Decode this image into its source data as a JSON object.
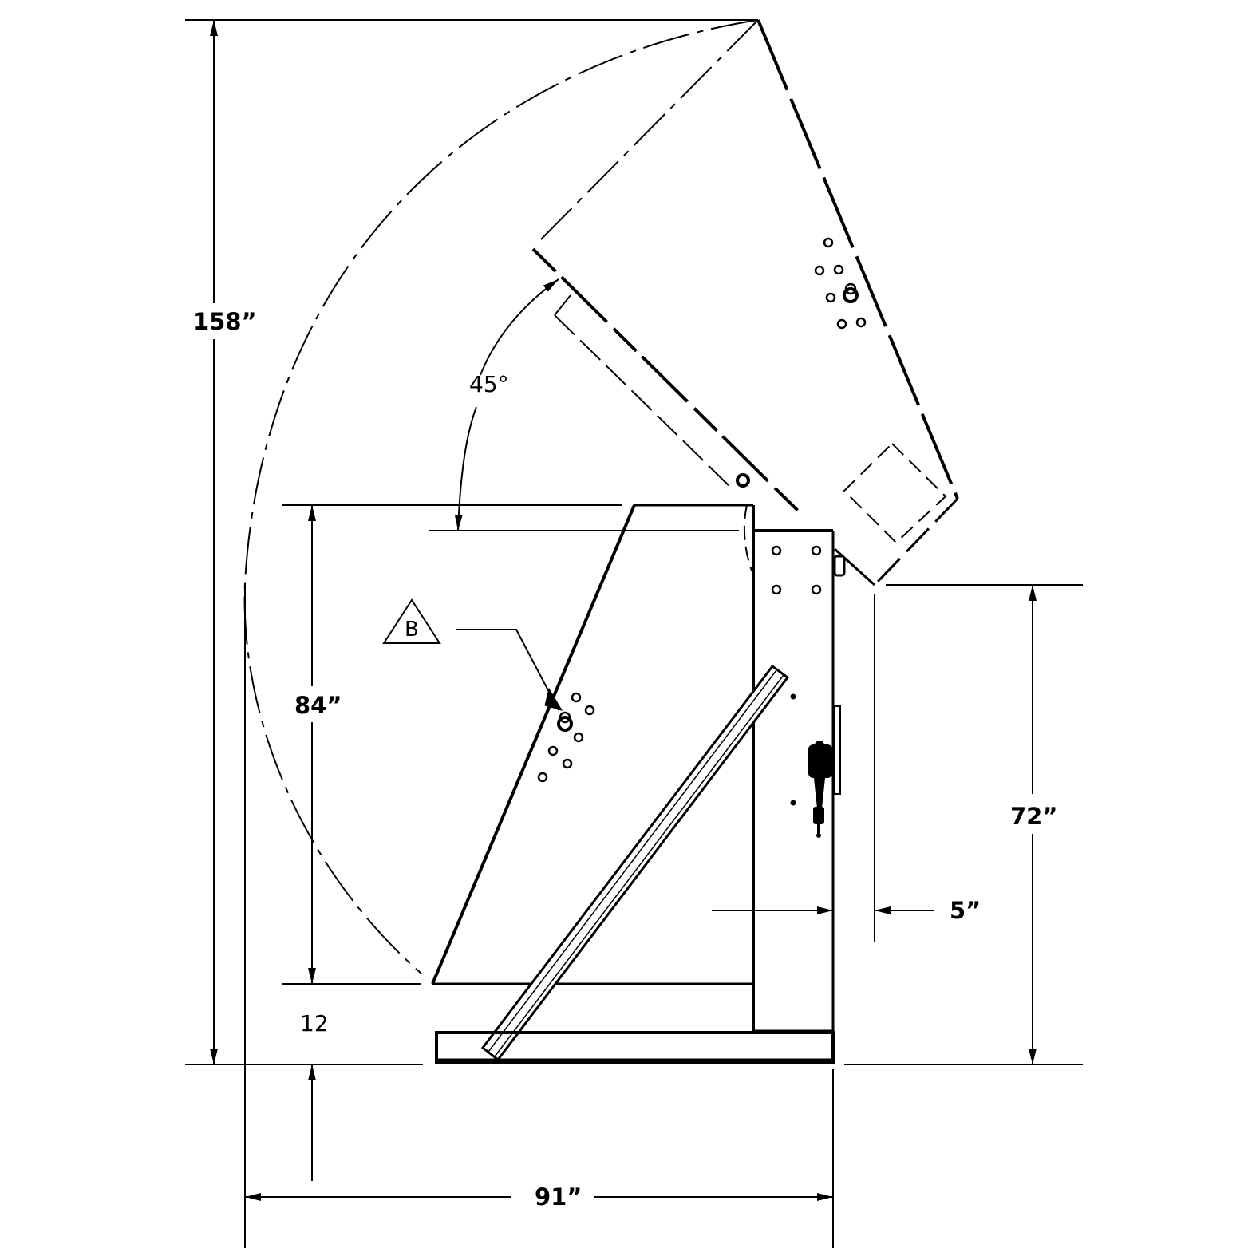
{
  "drawing": {
    "type": "side elevation - tipper / dumper in raised position",
    "colors": {
      "line": "#000000",
      "background": "#ffffff"
    }
  },
  "dimensions": {
    "overall_height": "158”",
    "dump_angle": "45°",
    "hopper_height": "84”",
    "dump_height": "72”",
    "lip_offset": "5”",
    "base_clearance": "12",
    "overall_width": "91”"
  },
  "callouts": {
    "detail_b": "B"
  }
}
